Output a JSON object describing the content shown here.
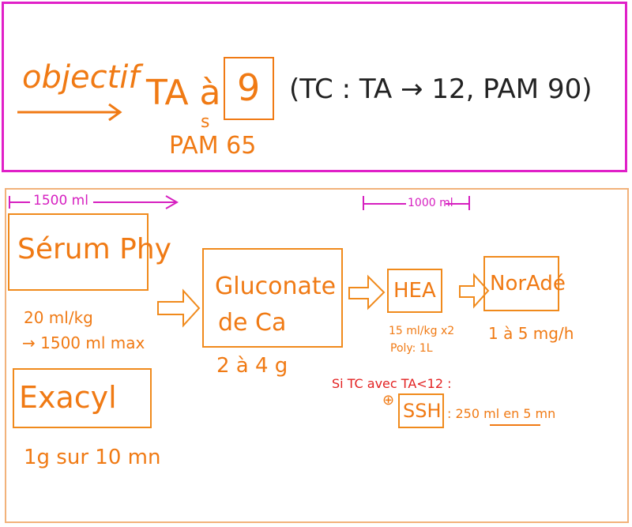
{
  "goal": {
    "label": "objectif",
    "target_prefix": "TA à",
    "target_value": "9",
    "subscript": "s",
    "pam": "PAM 65",
    "tc_note": "(TC : TA → 12, PAM 90)"
  },
  "scale": {
    "left": "1500 ml",
    "right": "1000 ml"
  },
  "steps": {
    "serum": {
      "label": "Sérum Phy",
      "dose_line1": "20 ml/kg",
      "dose_line2": "→ 1500 ml max"
    },
    "exacyl": {
      "label": "Exacyl",
      "dose": "1g sur 10 mn"
    },
    "gluconate": {
      "label_line1": "Gluconate",
      "label_line2": "de Ca",
      "dose": "2 à 4 g"
    },
    "hea": {
      "label": "HEA",
      "dose_line1": "15 ml/kg x2",
      "dose_line2": "Poly: 1L"
    },
    "noradre": {
      "label": "NorAdé",
      "dose": "1 à 5 mg/h"
    },
    "ssh_condition": "Si TC avec TA<12 :",
    "ssh_plus": "⊕",
    "ssh": {
      "label": "SSH",
      "dose": ": 250 ml en 5 mn"
    }
  },
  "colors": {
    "magenta": "#e020c8",
    "orange": "#f07a14",
    "peach_border": "#f2b27a",
    "red": "#e32222",
    "dark": "#222222"
  }
}
